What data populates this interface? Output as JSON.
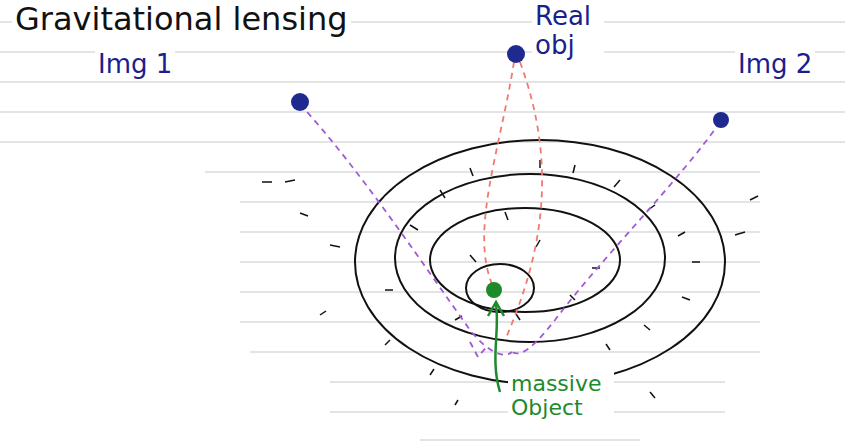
{
  "diagram": {
    "title": "Gravitational lensing",
    "labels": [
      "Img 1",
      "Real obj",
      "Img 2",
      "massive Object"
    ]
  }
}
